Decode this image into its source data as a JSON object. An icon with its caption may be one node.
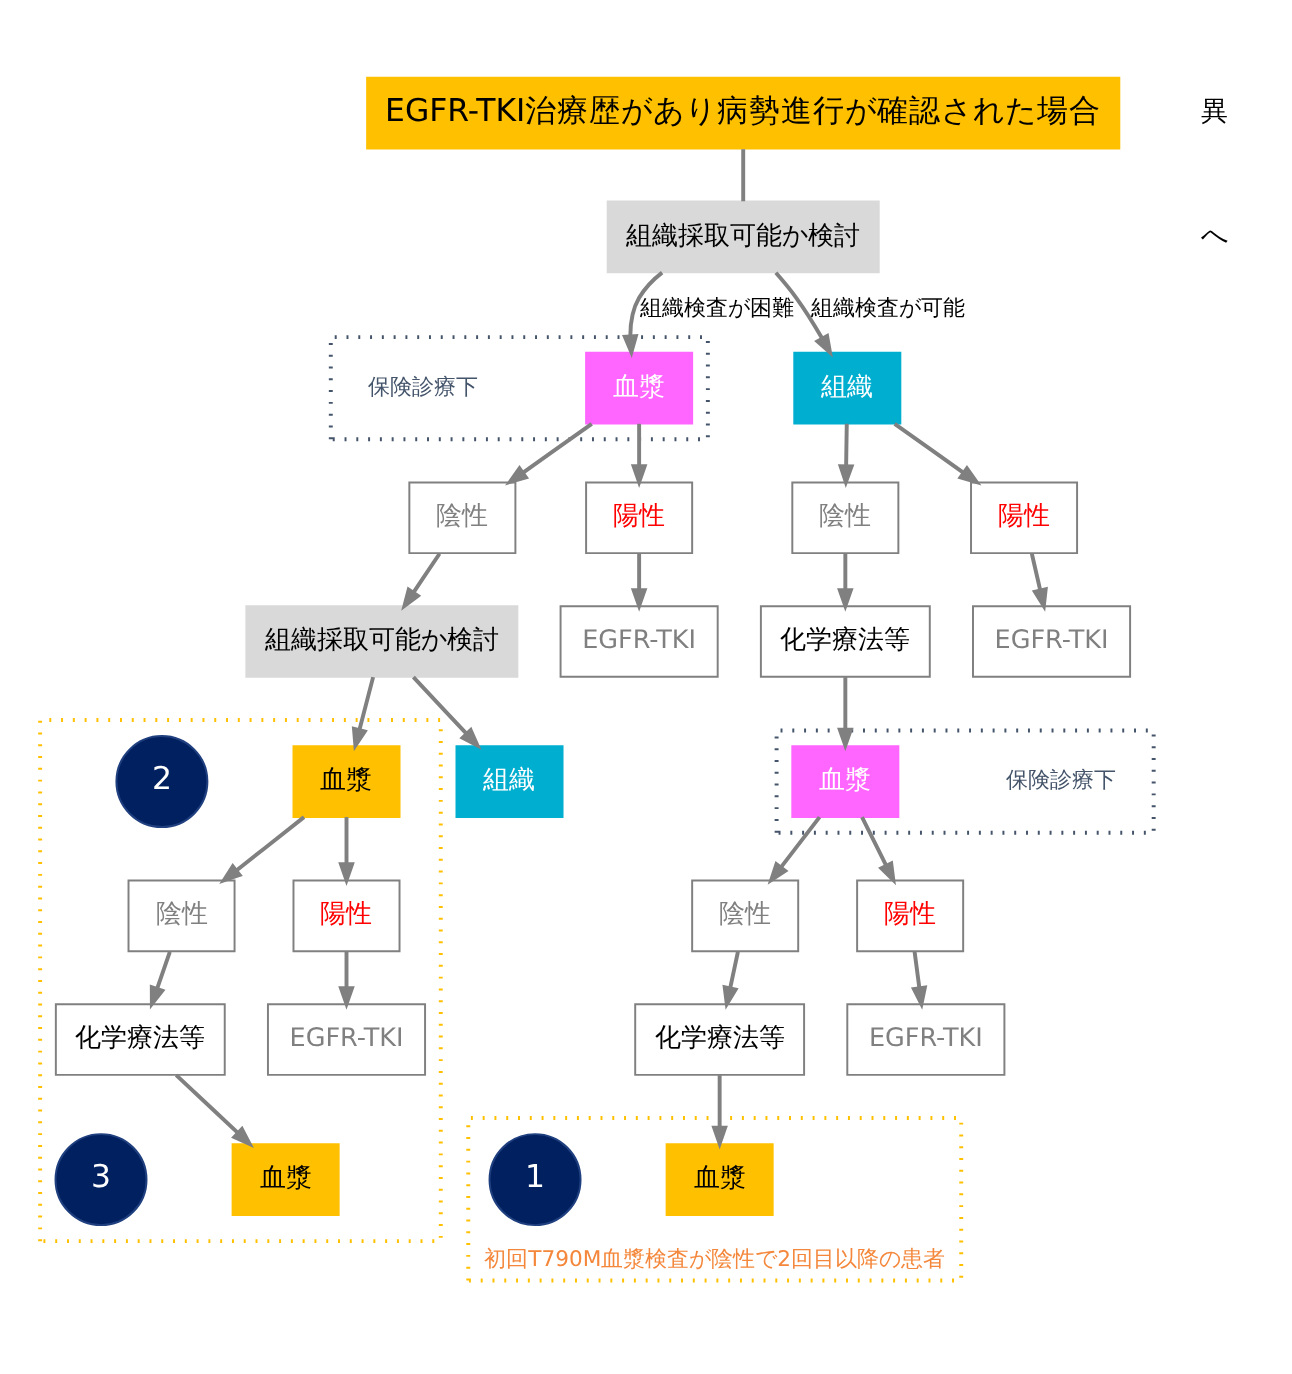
{
  "diagram": {
    "nodes": [
      {
        "text": [
          "EGFR-TKI治療歴があり病勢進行が確認された場合"
        ]
      },
      {
        "text": [
          "組織採取可能か検討"
        ]
      },
      {
        "text": [],
        "shape": "box",
        "beside": [
          "保険診療下"
        ]
      },
      {
        "text": [
          "血漿"
        ],
        "in": 2
      },
      {
        "text": [
          "組織"
        ]
      },
      {
        "text": [
          "陰性"
        ]
      },
      {
        "text": [
          "陽性"
        ]
      },
      {
        "text": [
          "陰性"
        ]
      },
      {
        "text": [
          "陽性"
        ]
      },
      {
        "text": [
          "組織採取可能か検討"
        ]
      },
      {
        "text": [
          "EGFR-TKI"
        ]
      },
      {
        "text": [
          "化学療法等"
        ]
      },
      {
        "text": [
          "EGFR-TKI"
        ]
      },
      {
        "text": [],
        "shape": "box",
        "beside": [
          "保険診療下"
        ]
      },
      {
        "text": [
          "血漿"
        ],
        "in": 13
      },
      {
        "text": [],
        "shape": "box"
      },
      {
        "text": [
          "2"
        ],
        "in": 15
      },
      {
        "text": [
          "血漿"
        ],
        "in": 15
      },
      {
        "text": [
          "組織"
        ]
      },
      {
        "text": [
          "陰性"
        ],
        "in": 15
      },
      {
        "text": [
          "陽性"
        ],
        "in": 15
      },
      {
        "text": [
          "陰性"
        ]
      },
      {
        "text": [
          "陽性"
        ]
      },
      {
        "text": [
          "化学療法等"
        ],
        "in": 15
      },
      {
        "text": [
          "EGFR-TKI"
        ],
        "in": 15
      },
      {
        "text": [
          "化学療法等"
        ]
      },
      {
        "text": [
          "EGFR-TKI"
        ]
      },
      {
        "text": [
          "3"
        ],
        "in": 15
      },
      {
        "text": [
          "血漿"
        ],
        "in": 15
      },
      {
        "text": [],
        "shape": "box",
        "beside": [
          "初回T790M血漿検査が陰性で2回目以降の患者"
        ]
      },
      {
        "text": [
          "1"
        ],
        "in": 29
      },
      {
        "text": [
          "血漿"
        ],
        "in": 29
      }
    ],
    "edges": [
      {
        "from": 0,
        "to": 1,
        "arrow": "none"
      },
      {
        "from": 1,
        "to": 3,
        "arrow": "to",
        "label": "組織検査が困難"
      },
      {
        "from": 1,
        "to": 4,
        "arrow": "to",
        "label": "組織検査が可能"
      },
      {
        "from": 3,
        "to": 5,
        "arrow": "to"
      },
      {
        "from": 3,
        "to": 6,
        "arrow": "to"
      },
      {
        "from": 4,
        "to": 7,
        "arrow": "to"
      },
      {
        "from": 4,
        "to": 8,
        "arrow": "to"
      },
      {
        "from": 5,
        "to": 9,
        "arrow": "to"
      },
      {
        "from": 6,
        "to": 10,
        "arrow": "to"
      },
      {
        "from": 7,
        "to": 11,
        "arrow": "to"
      },
      {
        "from": 8,
        "to": 12,
        "arrow": "to"
      },
      {
        "from": 11,
        "to": 14,
        "arrow": "to"
      },
      {
        "from": 9,
        "to": 17,
        "arrow": "to"
      },
      {
        "from": 9,
        "to": 18,
        "arrow": "to"
      },
      {
        "from": 14,
        "to": 21,
        "arrow": "to"
      },
      {
        "from": 14,
        "to": 22,
        "arrow": "to"
      },
      {
        "from": 17,
        "to": 19,
        "arrow": "to"
      },
      {
        "from": 17,
        "to": 20,
        "arrow": "to"
      },
      {
        "from": 21,
        "to": 25,
        "arrow": "to"
      },
      {
        "from": 22,
        "to": 26,
        "arrow": "to"
      },
      {
        "from": 19,
        "to": 23,
        "arrow": "to"
      },
      {
        "from": 20,
        "to": 24,
        "arrow": "to"
      },
      {
        "from": 23,
        "to": 28,
        "arrow": "to"
      },
      {
        "from": 25,
        "to": 31,
        "arrow": "to"
      }
    ],
    "labels": [
      "異",
      "へ"
    ]
  }
}
